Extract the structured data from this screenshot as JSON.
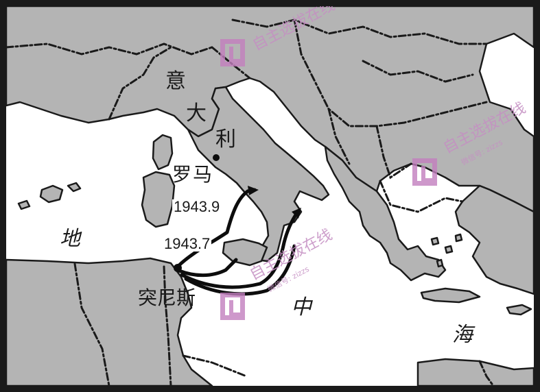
{
  "labels": {
    "italy_1": "意",
    "italy_2": "大",
    "italy_3": "利",
    "rome": "罗马",
    "tunis": "突尼斯",
    "sea_1": "地",
    "sea_2": "中",
    "sea_3": "海"
  },
  "dates": {
    "salerno_landing": "1943.9",
    "sicily_landing": "1943.7"
  },
  "watermark": {
    "text": "自主选拔在线",
    "sub": "微信号: zizzs"
  },
  "colors": {
    "land": "#b4b4b4",
    "sea": "#ffffff",
    "border": "#1a1a1a",
    "route": "#0d0d0d",
    "watermark": "#c37fbf"
  }
}
